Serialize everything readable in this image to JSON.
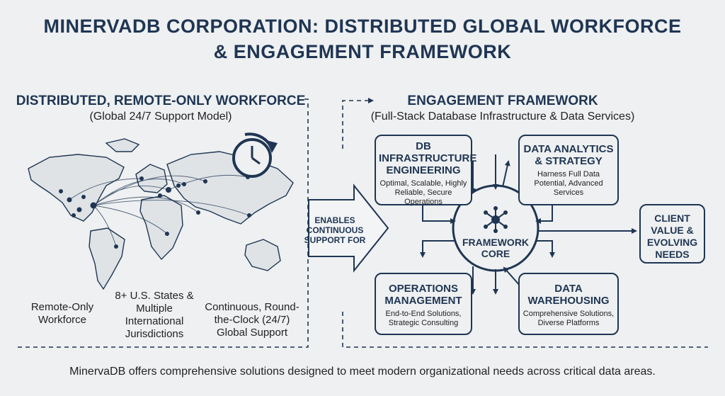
{
  "title_line1": "MINERVADB CORPORATION: DISTRIBUTED GLOBAL WORKFORCE",
  "title_line2": "& ENGAGEMENT FRAMEWORK",
  "left": {
    "heading": "DISTRIBUTED, REMOTE-ONLY WORKFORCE",
    "subheading": "(Global 24/7 Support Model)",
    "labels": [
      "Remote-Only Workforce",
      "8+ U.S. States & Multiple International Jurisdictions",
      "Continuous, Round-the-Clock (24/7) Global Support"
    ]
  },
  "arrow_label": "ENABLES CONTINUOUS SUPPORT FOR",
  "right": {
    "heading": "ENGAGEMENT FRAMEWORK",
    "subheading": "(Full-Stack Database Infrastructure & Data Services)",
    "core": "FRAMEWORK CORE",
    "boxes": [
      {
        "title": "DB INFRASTRUCTURE ENGINEERING",
        "desc": "Optimal, Scalable, Highly Reliable, Secure Operations"
      },
      {
        "title": "DATA ANALYTICS & STRATEGY",
        "desc": "Harness Full Data Potential, Advanced Services"
      },
      {
        "title": "OPERATIONS MANAGEMENT",
        "desc": "End-to-End Solutions, Strategic Consulting"
      },
      {
        "title": "DATA WAREHOUSING",
        "desc": "Comprehensive Solutions, Diverse Platforms"
      }
    ],
    "client": "CLIENT VALUE & EVOLVING NEEDS"
  },
  "footer": "MinervaDB offers comprehensive solutions designed to meet modern organizational needs across critical data areas.",
  "colors": {
    "primary": "#1f3553",
    "background": "#eef0f1"
  },
  "icons": [
    "world-map-icon",
    "clock-icon",
    "network-hub-icon"
  ]
}
